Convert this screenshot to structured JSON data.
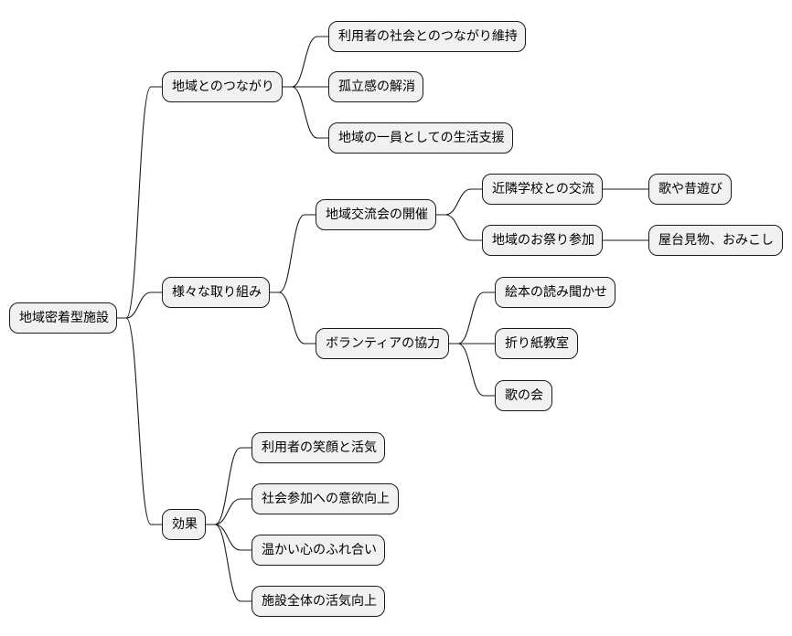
{
  "mindmap": {
    "root": "地域密着型施設",
    "branches": [
      {
        "label": "地域とのつながり",
        "children": [
          {
            "label": "利用者の社会とのつながり維持"
          },
          {
            "label": "孤立感の解消"
          },
          {
            "label": "地域の一員としての生活支援"
          }
        ]
      },
      {
        "label": "様々な取り組み",
        "children": [
          {
            "label": "地域交流会の開催",
            "children": [
              {
                "label": "近隣学校との交流",
                "children": [
                  {
                    "label": "歌や昔遊び"
                  }
                ]
              },
              {
                "label": "地域のお祭り参加",
                "children": [
                  {
                    "label": "屋台見物、おみこし"
                  }
                ]
              }
            ]
          },
          {
            "label": "ボランティアの協力",
            "children": [
              {
                "label": "絵本の読み聞かせ"
              },
              {
                "label": "折り紙教室"
              },
              {
                "label": "歌の会"
              }
            ]
          }
        ]
      },
      {
        "label": "効果",
        "children": [
          {
            "label": "利用者の笑顔と活気"
          },
          {
            "label": "社会参加への意欲向上"
          },
          {
            "label": "温かい心のふれ合い"
          },
          {
            "label": "施設全体の活気向上"
          }
        ]
      }
    ]
  }
}
